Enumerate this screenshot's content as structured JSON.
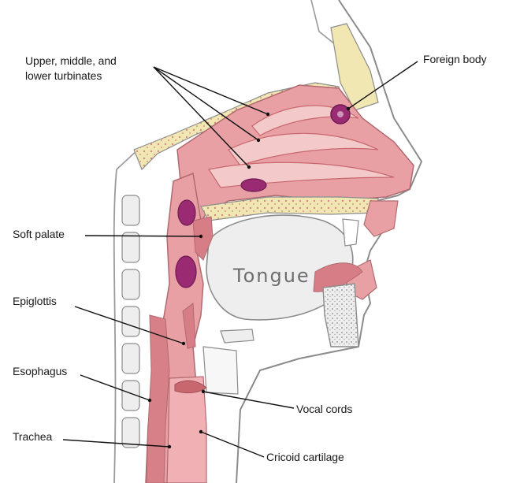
{
  "labels": {
    "turbinates_line1": "Upper, middle, and",
    "turbinates_line2": "lower turbinates",
    "foreign_body": "Foreign body",
    "soft_palate": "Soft palate",
    "epiglottis": "Epiglottis",
    "esophagus": "Esophagus",
    "trachea": "Trachea",
    "vocal_cords": "Vocal cords",
    "cricoid_cartilage": "Cricoid cartilage",
    "tongue": "Tongue"
  },
  "colors": {
    "tissue": "#e8a0a4",
    "tissue_dark": "#c9676e",
    "mucosa_light": "#f3c9c9",
    "bone": "#f1e7b3",
    "bone_dot": "#d98a8a",
    "foreign_body": "#9a2b73",
    "outline": "#8c8c8c",
    "leader": "#111111"
  }
}
